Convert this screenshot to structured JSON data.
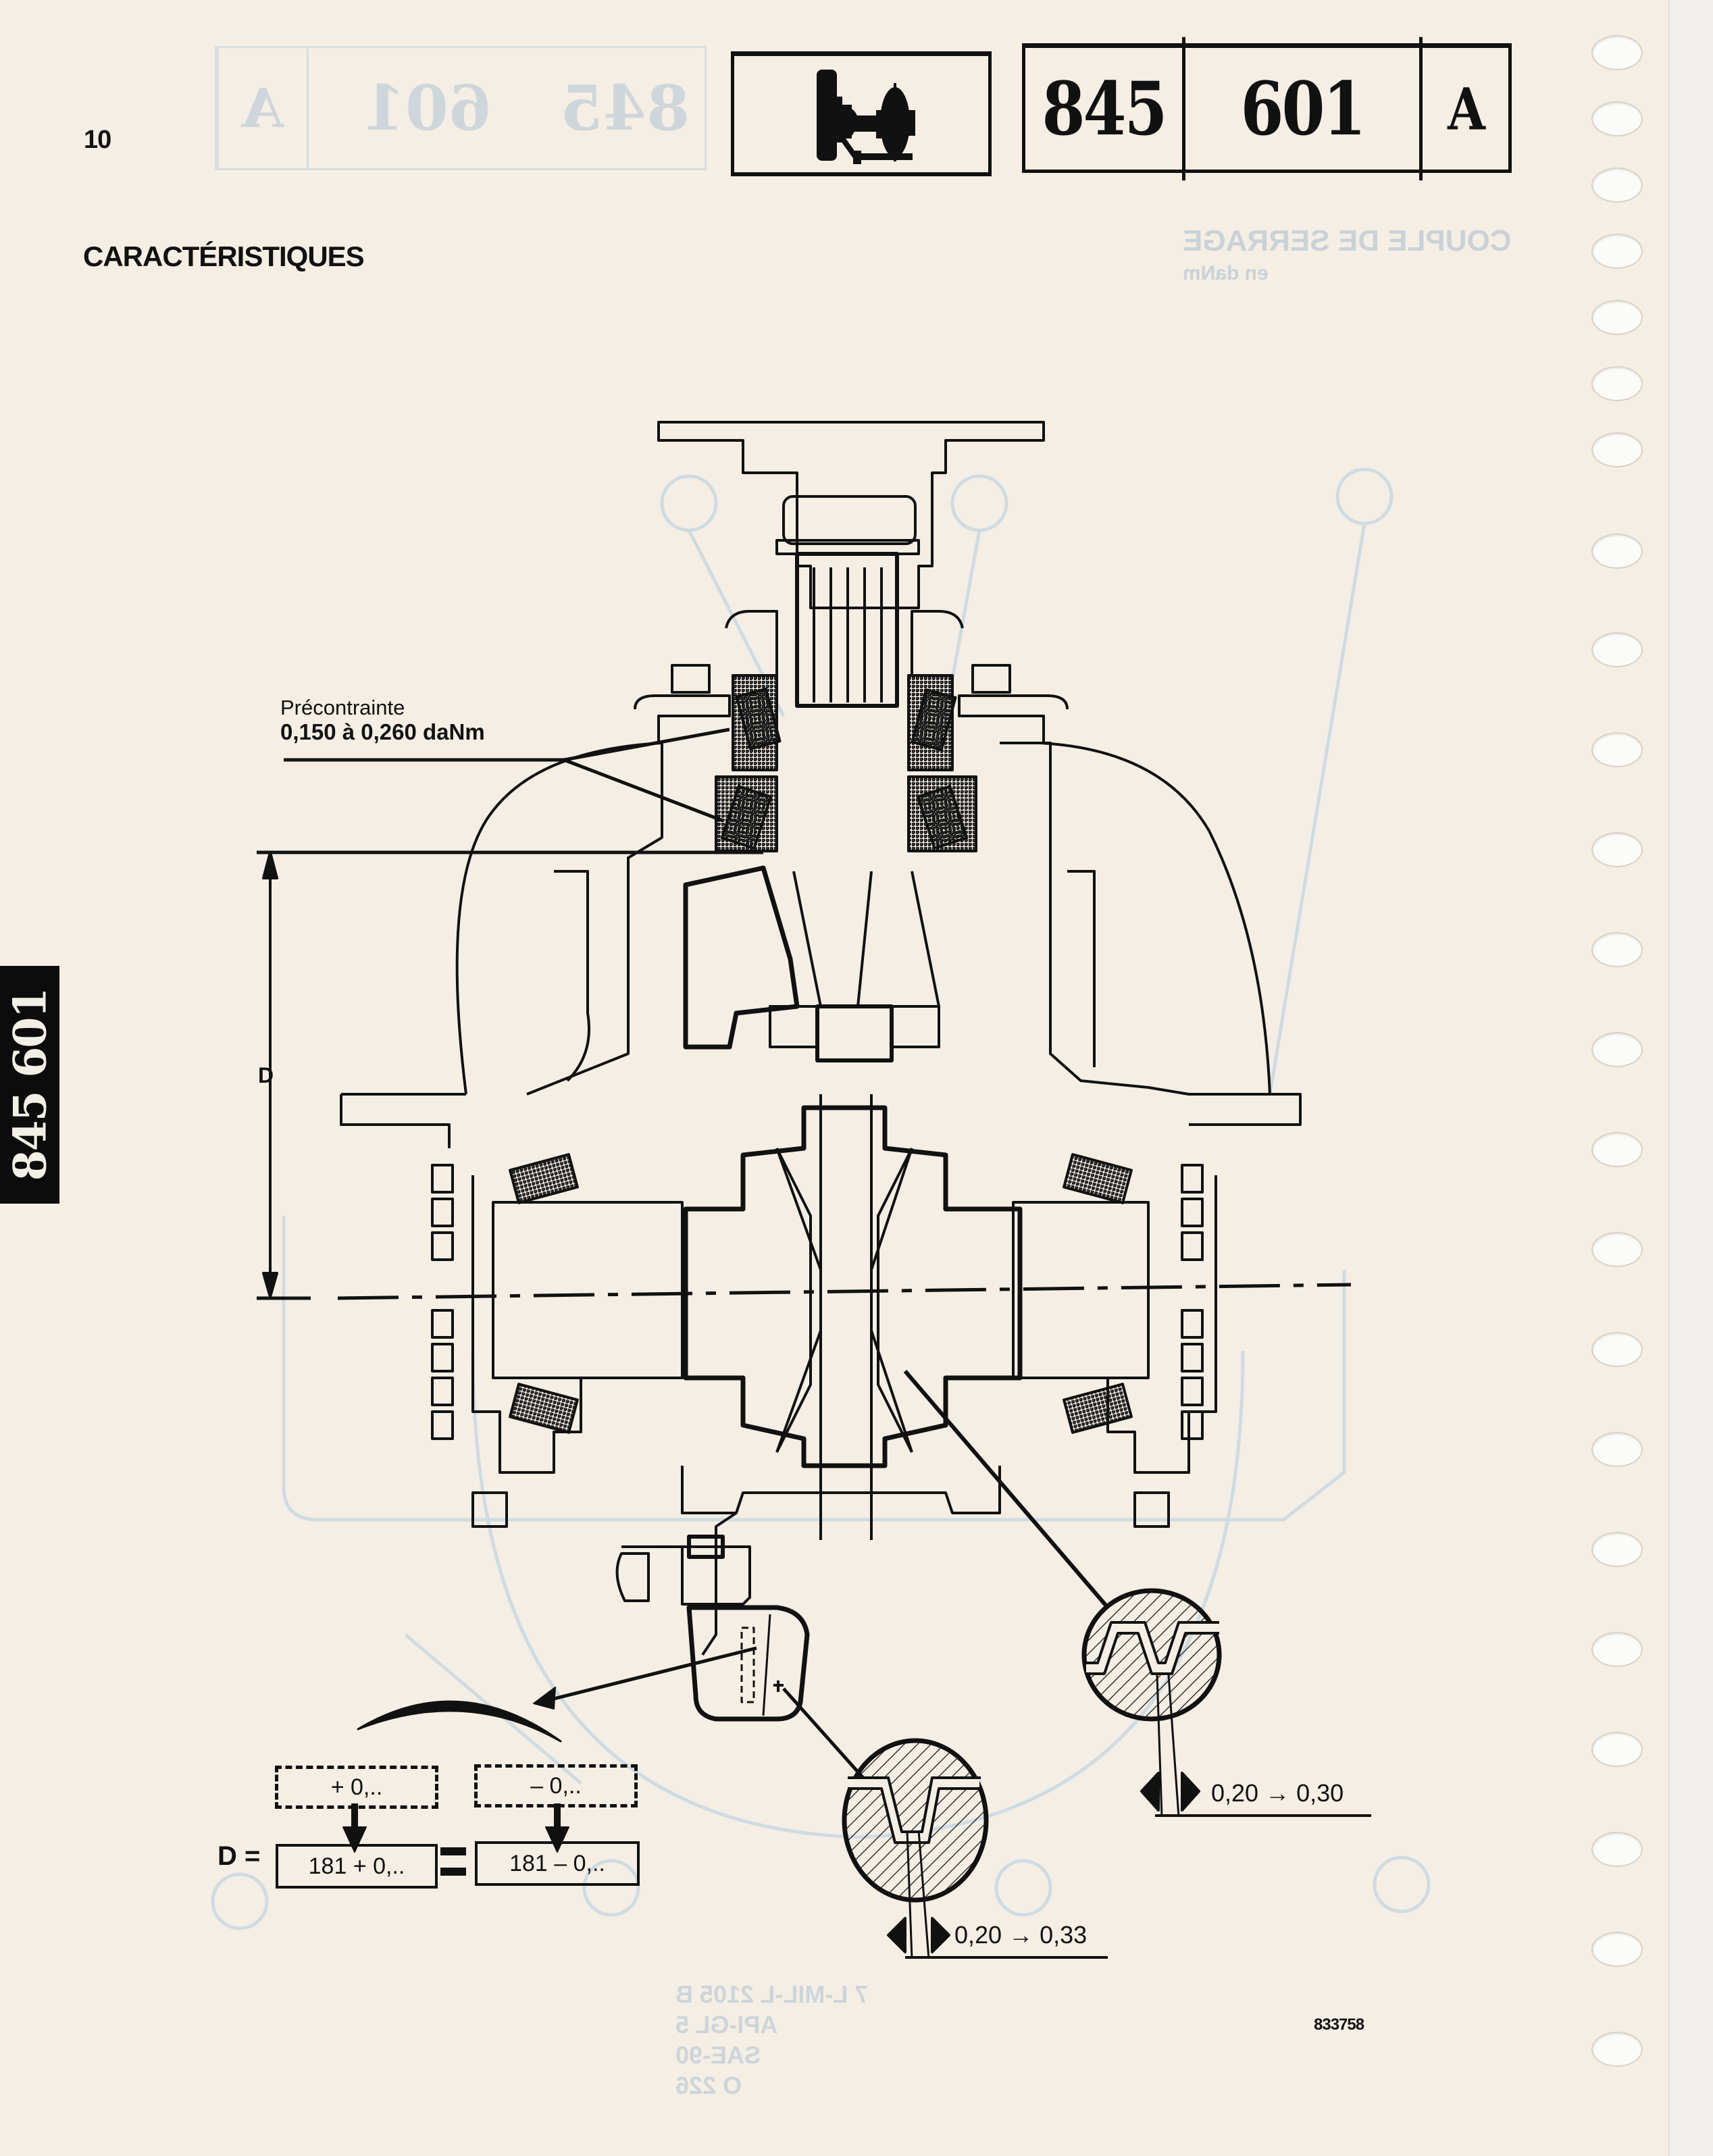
{
  "page": {
    "number": "10",
    "section_title": "CARACTÉRISTIQUES"
  },
  "header": {
    "icon": "axle-differential-icon",
    "code_group": "845",
    "code_item": "601",
    "code_variant": "A",
    "ghost_reverse": [
      "A",
      "601",
      "845"
    ]
  },
  "side_tab": {
    "label": "845 601"
  },
  "bleed_through": {
    "torque_title": "COUPLE DE SERRAGE",
    "torque_unit": "en daNm",
    "oil_spec": [
      "7 L-MIL-L 2105 B",
      "API-GL 5",
      "SAE-90",
      "O 226"
    ]
  },
  "annotations": {
    "preload_label": "Précontrainte",
    "preload_value": "0,150 à 0,260 daNm",
    "dimension_label": "D",
    "shim_plus": "+ 0,..",
    "shim_minus": "– 0,..",
    "d_equals": "D =",
    "formula_plus": "181 + 0,..",
    "formula_minus": "181 – 0,..",
    "backlash_pinion": "0,20 → 0,33",
    "backlash_crown": "0,20 → 0,30",
    "figure_ref": "833758"
  },
  "colors": {
    "paper": "#f4eee4",
    "ink": "#111111",
    "bleed": "#cad4dc"
  }
}
